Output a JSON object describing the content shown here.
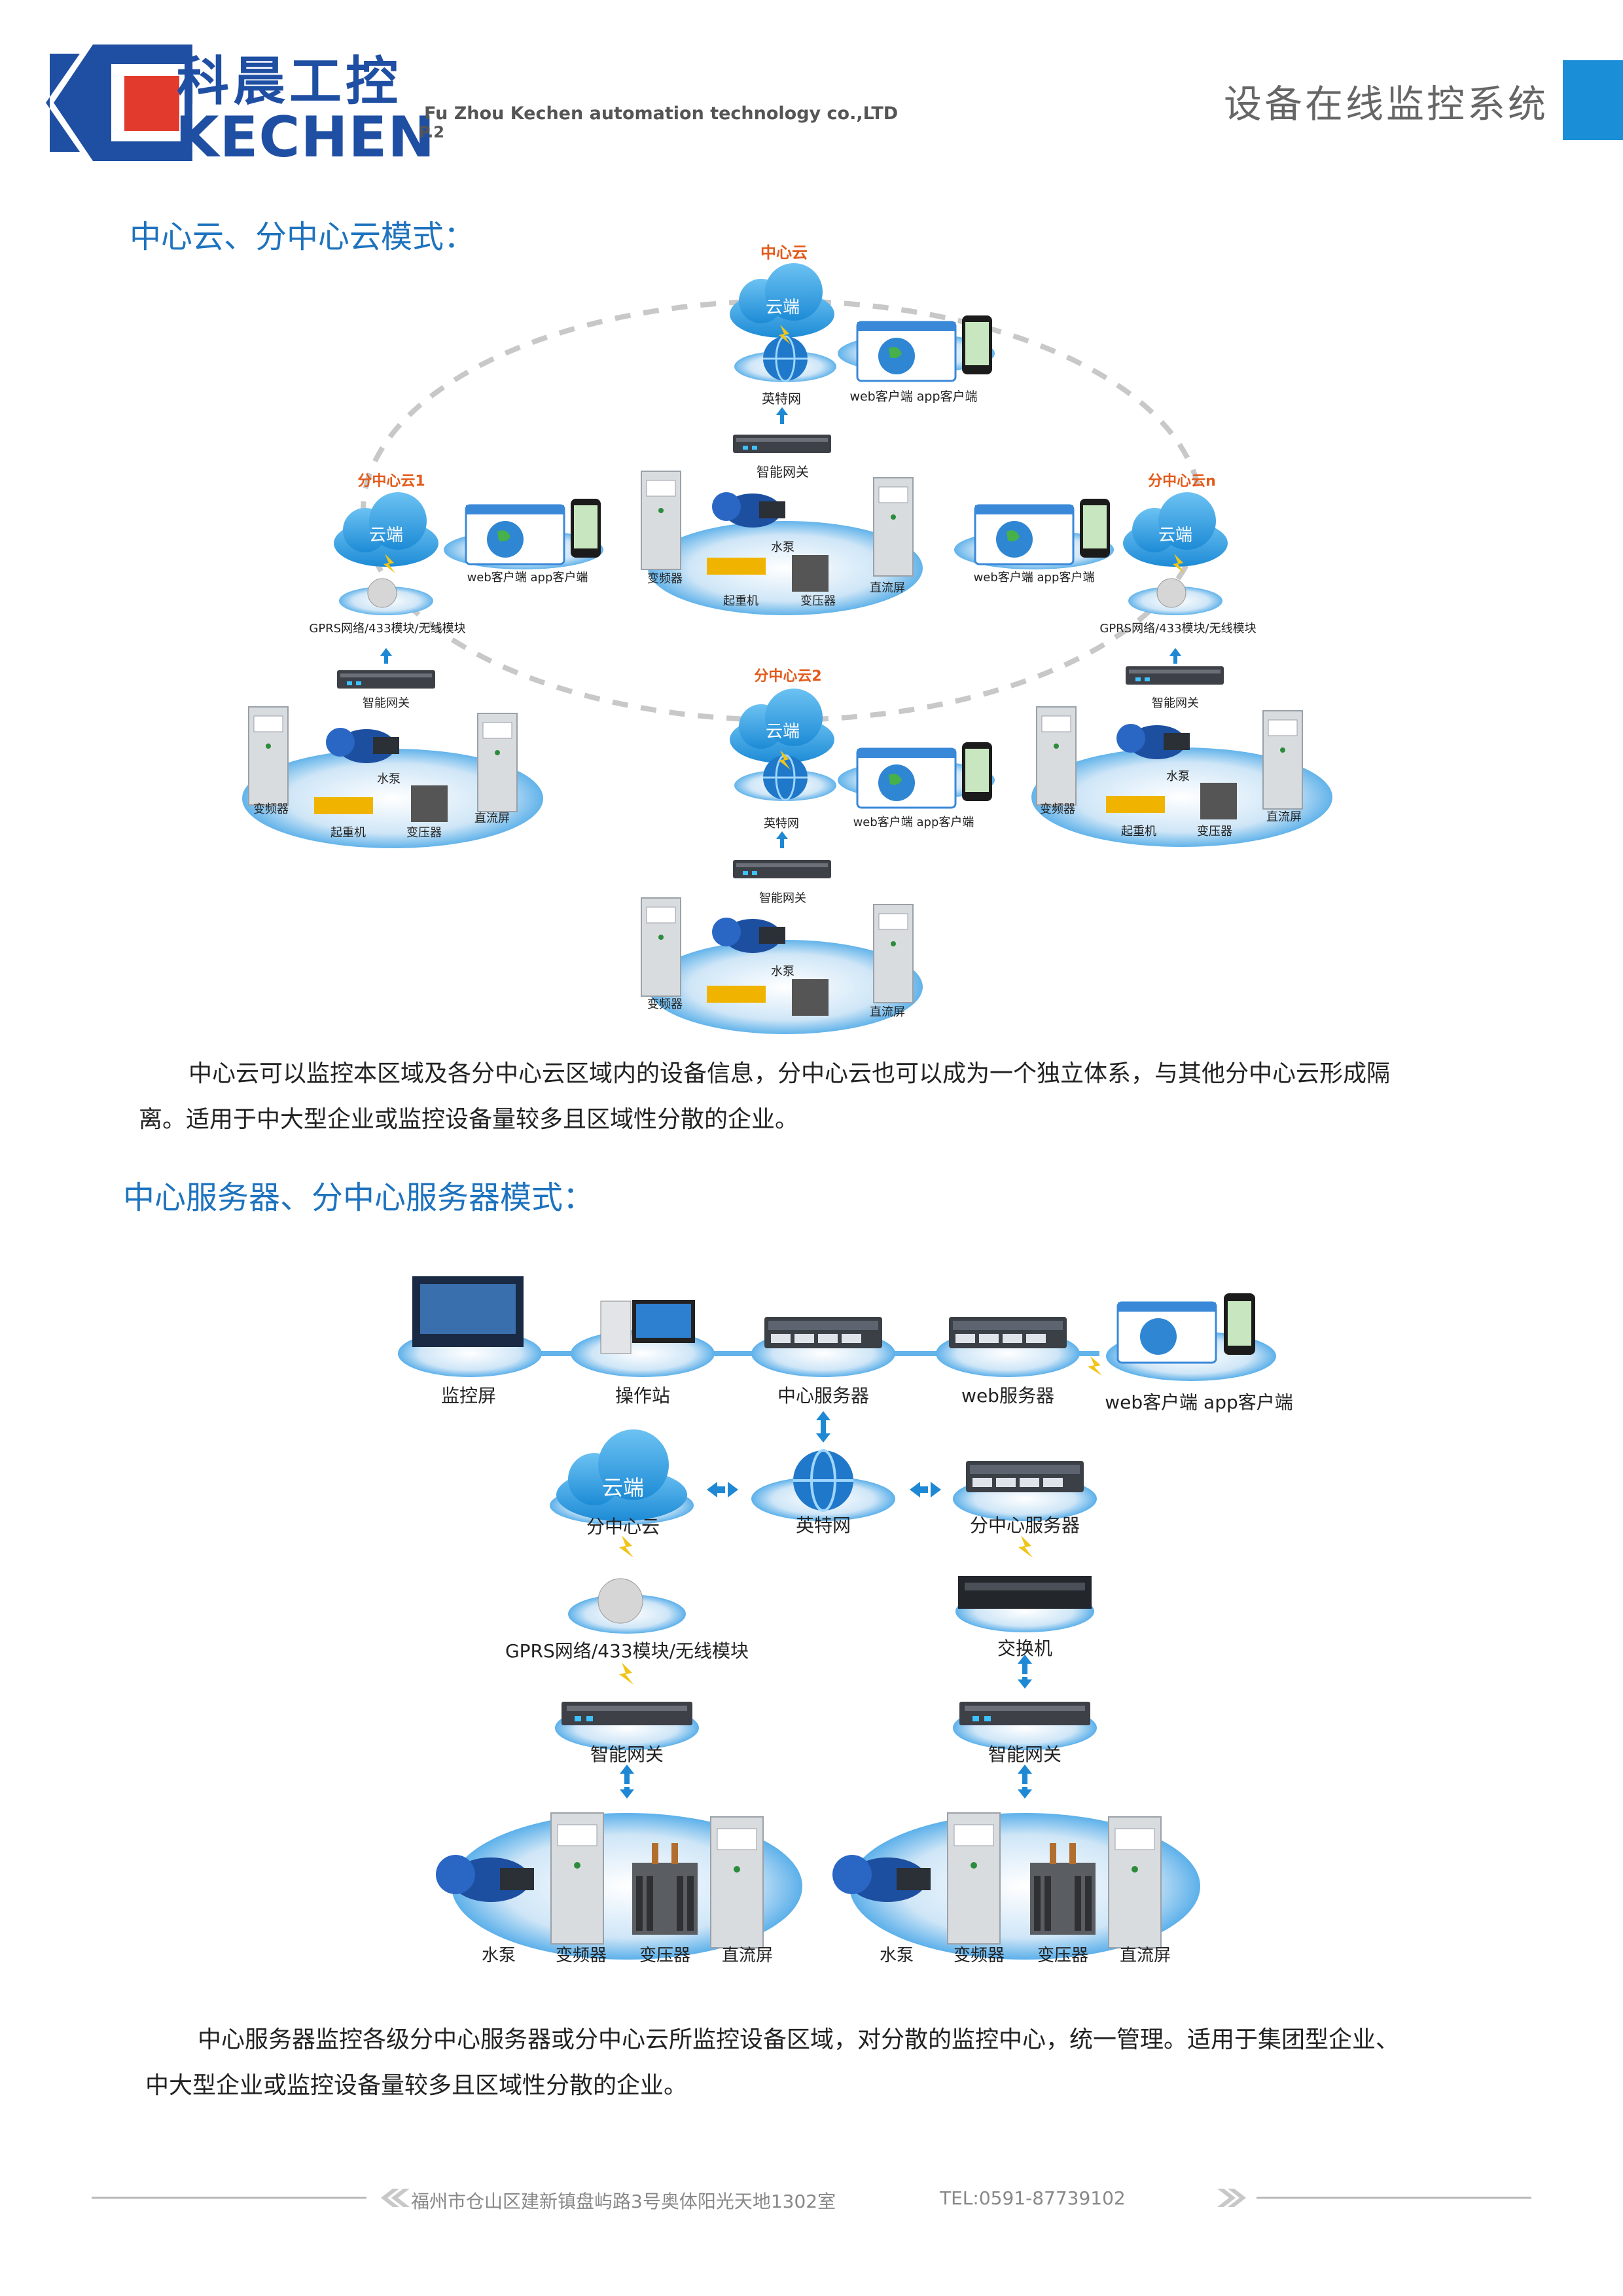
{
  "header": {
    "brand_cn": "科晨工控",
    "brand_en": "KECHEN",
    "company_en": "Fu Zhou Kechen automation technology co.,LTD",
    "page_no": "P.2",
    "system_title": "设备在线监控系统",
    "colors": {
      "brand_blue": "#1f4fa3",
      "brand_red": "#e23b2e",
      "accent_blue": "#1a8fd8"
    }
  },
  "section1": {
    "title": "中心云、分中心云模式：",
    "center": {
      "name": "中心云",
      "cloud": "云端",
      "internet": "英特网",
      "clients": "web客户端  app客户端",
      "gateway": "智能网关"
    },
    "sub1": {
      "name": "分中心云1",
      "cloud": "云端",
      "clients": "web客户端  app客户端",
      "network": "GPRS网络/433模块/无线模块",
      "gateway": "智能网关"
    },
    "subn": {
      "name": "分中心云n",
      "cloud": "云端",
      "clients": "web客户端  app客户端",
      "network": "GPRS网络/433模块/无线模块",
      "gateway": "智能网关"
    },
    "sub2": {
      "name": "分中心云2",
      "cloud": "云端",
      "internet": "英特网",
      "clients": "web客户端  app客户端",
      "gateway": "智能网关"
    },
    "devices": {
      "vfd": "变频器",
      "pump": "水泵",
      "crane": "起重机",
      "transformer": "变压器",
      "dc": "直流屏"
    },
    "paragraph": [
      "中心云可以监控本区域及各分中心云区域内的设备信息，分中心云也可以成为一个独立体系，与其他分中心云形成隔",
      "离。适用于中大型企业或监控设备量较多且区域性分散的企业。"
    ]
  },
  "section2": {
    "title": "中心服务器、分中心服务器模式：",
    "top_row": {
      "screen": "监控屏",
      "station": "操作站",
      "center_server": "中心服务器",
      "web_server": "web服务器",
      "clients": "web客户端  app客户端"
    },
    "cloud": "云端",
    "sub_cloud": "分中心云",
    "internet": "英特网",
    "sub_server": "分中心服务器",
    "network": "GPRS网络/433模块/无线模块",
    "switch": "交换机",
    "gateway": "智能网关",
    "devices": {
      "pump": "水泵",
      "vfd": "变频器",
      "transformer": "变压器",
      "dc": "直流屏"
    },
    "paragraph": [
      "中心服务器监控各级分中心服务器或分中心云所监控设备区域，对分散的监控中心，统一管理。适用于集团型企业、",
      "中大型企业或监控设备量较多且区域性分散的企业。"
    ]
  },
  "footer": {
    "address": "福州市仓山区建新镇盘屿路3号奥体阳光天地1302室",
    "tel": "TEL:0591-87739102"
  }
}
